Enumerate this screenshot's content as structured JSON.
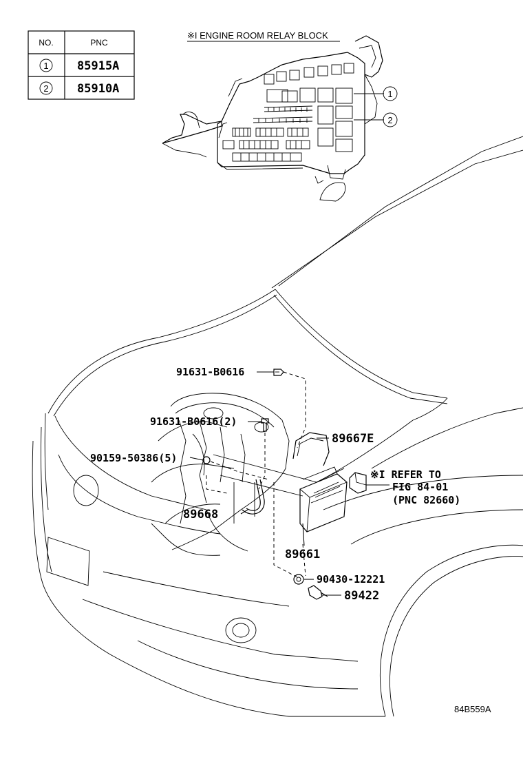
{
  "table": {
    "header_no": "NO.",
    "header_pnc": "PNC",
    "rows": [
      {
        "no": "1",
        "pnc": "85915A"
      },
      {
        "no": "2",
        "pnc": "85910A"
      }
    ]
  },
  "relay_block": {
    "title": "※I ENGINE ROOM RELAY BLOCK",
    "markers": [
      "1",
      "2"
    ]
  },
  "callouts": {
    "screw_top": "91631-B0616",
    "screw_mid": "91631-B0616(2)",
    "bolt": "90159-50386(5)",
    "bracket": "89667E",
    "harness": "89668",
    "ecu": "89661",
    "washer": "90430-12221",
    "sensor": "89422"
  },
  "refer": {
    "line1": "※I REFER TO",
    "line2": "FIG 84-01",
    "line3": "(PNC 82660)"
  },
  "diagram_code": "84B559A"
}
